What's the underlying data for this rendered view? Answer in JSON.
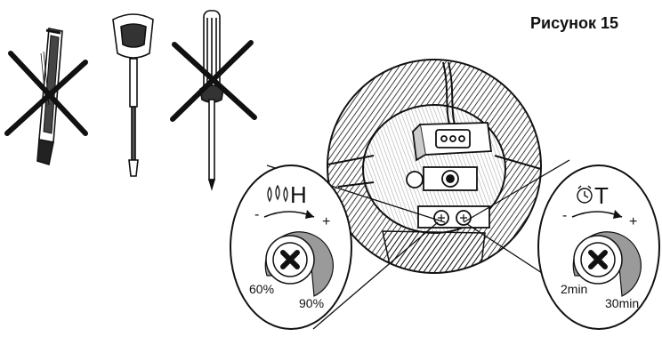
{
  "figure": {
    "title": "Рисунок 15"
  },
  "humidity_dial": {
    "letter": "H",
    "minus": "-",
    "plus": "+",
    "min_label": "60%",
    "max_label": "90%",
    "icon": "water-drops-icon"
  },
  "timer_dial": {
    "letter": "T",
    "minus": "-",
    "plus": "+",
    "min_label": "2min",
    "max_label": "30min",
    "icon": "clock-icon"
  },
  "tools": [
    {
      "name": "utility-knife",
      "allowed": false
    },
    {
      "name": "flat-screwdriver",
      "allowed": true
    },
    {
      "name": "cross-screwdriver",
      "allowed": false
    }
  ],
  "colors": {
    "ink": "#111111",
    "dial_fill": "#9a9a9a"
  }
}
